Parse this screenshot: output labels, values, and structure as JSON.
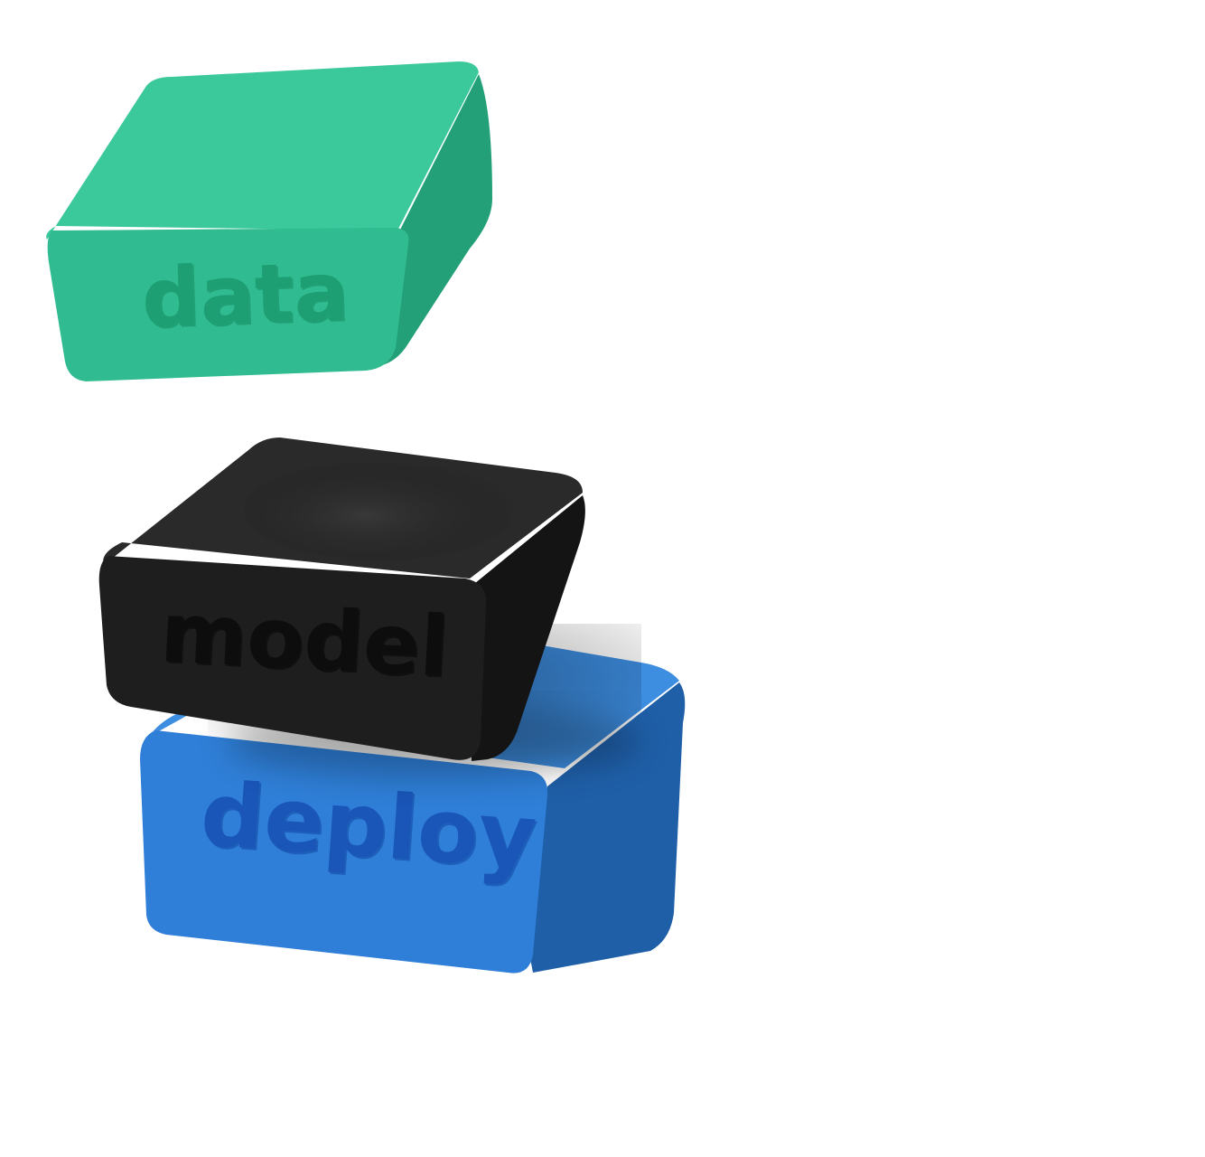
{
  "background": "#ffffff",
  "blocks": [
    {
      "id": "data",
      "label": "data",
      "colors": {
        "top": "#3bc99c",
        "front": "#31bb90",
        "side": "#23a077",
        "text": "#1d9f73",
        "text_shadow": "#148a61"
      }
    },
    {
      "id": "model",
      "label": "model",
      "colors": {
        "top": "#2a2a2a",
        "front": "#1e1e1e",
        "side": "#141414",
        "text": "#0d0d0d",
        "text_shadow": "#050505"
      }
    },
    {
      "id": "deploy",
      "label": "deploy",
      "colors": {
        "top": "#3d8de0",
        "front": "#2f7fd8",
        "side": "#1f5fa8",
        "text": "#1a56b8",
        "text_shadow": "#0f45a0"
      }
    }
  ]
}
